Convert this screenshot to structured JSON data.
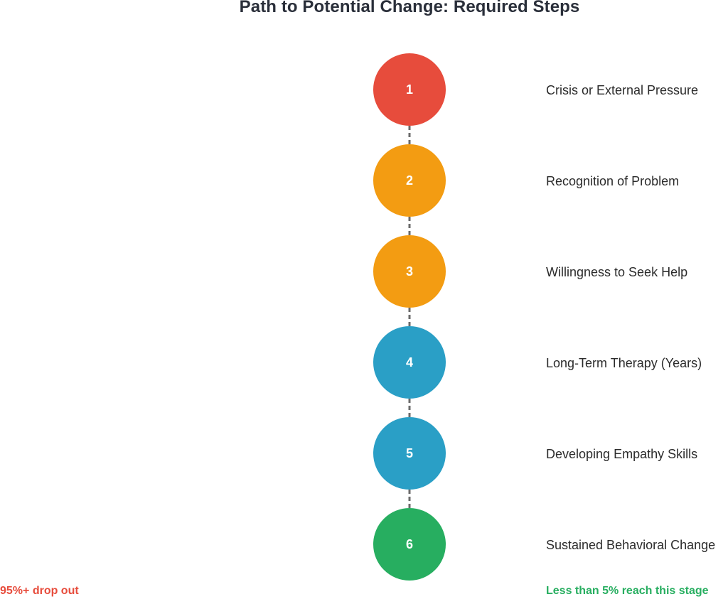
{
  "title": "Path to Potential Change: Required Steps",
  "steps": [
    {
      "number": "1",
      "label": "Crisis or External Pressure",
      "color": "#e74c3c"
    },
    {
      "number": "2",
      "label": "Recognition of Problem",
      "color": "#f39c12"
    },
    {
      "number": "3",
      "label": "Willingness to Seek Help",
      "color": "#f39c12"
    },
    {
      "number": "4",
      "label": "Long-Term Therapy (Years)",
      "color": "#2a9fc6"
    },
    {
      "number": "5",
      "label": "Developing Empathy Skills",
      "color": "#2a9fc6"
    },
    {
      "number": "6",
      "label": "Sustained Behavioral Change",
      "color": "#27ae60"
    }
  ],
  "footer": {
    "left_note": "95%+ drop out",
    "left_color": "#e74c3c",
    "right_note": "Less than 5% reach this stage",
    "right_color": "#27ae60"
  }
}
